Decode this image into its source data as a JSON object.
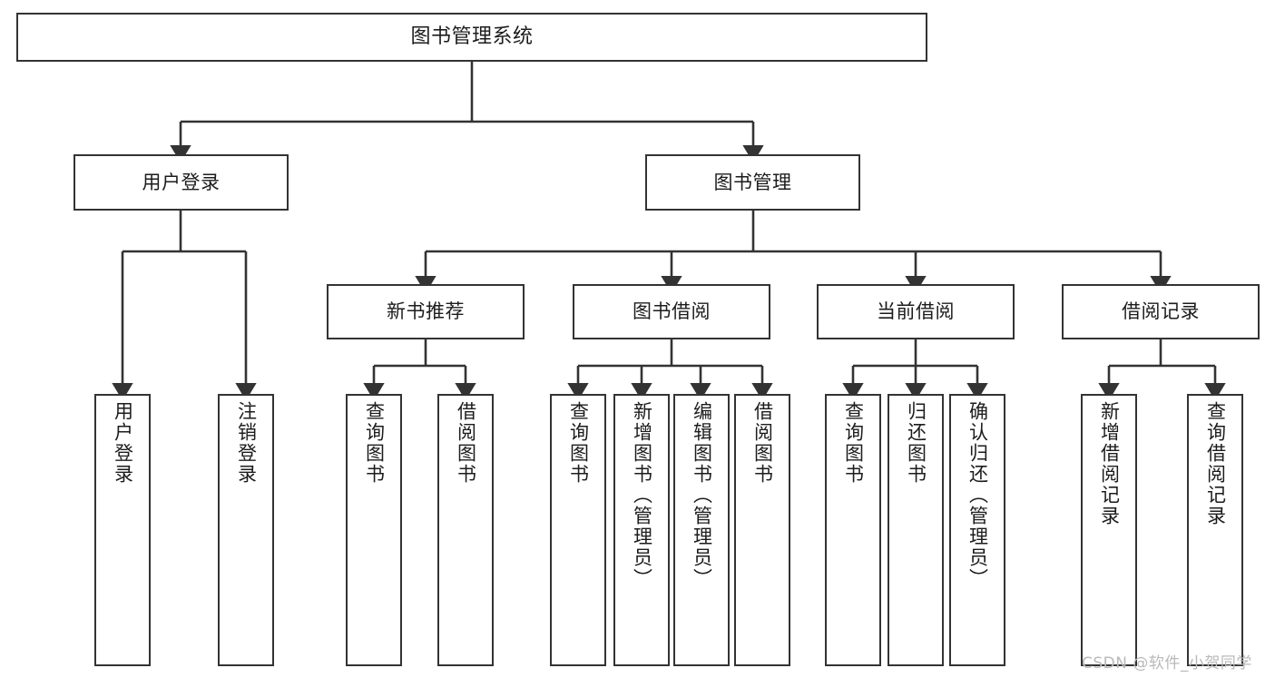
{
  "diagram": {
    "title": "图书管理系统",
    "type": "tree-hierarchy",
    "root": {
      "label": "图书管理系统"
    },
    "level2": [
      {
        "label": "用户登录"
      },
      {
        "label": "图书管理"
      }
    ],
    "level3": [
      {
        "label": "新书推荐"
      },
      {
        "label": "图书借阅"
      },
      {
        "label": "当前借阅"
      },
      {
        "label": "借阅记录"
      }
    ],
    "leaves": {
      "user_login": [
        {
          "label": "用户登录"
        },
        {
          "label": "注销登录"
        }
      ],
      "new_book_recommend": [
        {
          "label": "查询图书"
        },
        {
          "label": "借阅图书"
        }
      ],
      "book_borrow": [
        {
          "label": "查询图书"
        },
        {
          "label": "新增图书（管理员）"
        },
        {
          "label": "编辑图书（管理员）"
        },
        {
          "label": "借阅图书"
        }
      ],
      "current_borrow": [
        {
          "label": "查询图书"
        },
        {
          "label": "归还图书"
        },
        {
          "label": "确认归还（管理员）"
        }
      ],
      "borrow_record": [
        {
          "label": "新增借阅记录"
        },
        {
          "label": "查询借阅记录"
        }
      ]
    }
  },
  "watermark": {
    "text": "CSDN @软件_小贺同学"
  },
  "colors": {
    "border": "#333333",
    "background": "#ffffff",
    "text": "#1c1c1c",
    "watermark": "#b9b9b9"
  }
}
